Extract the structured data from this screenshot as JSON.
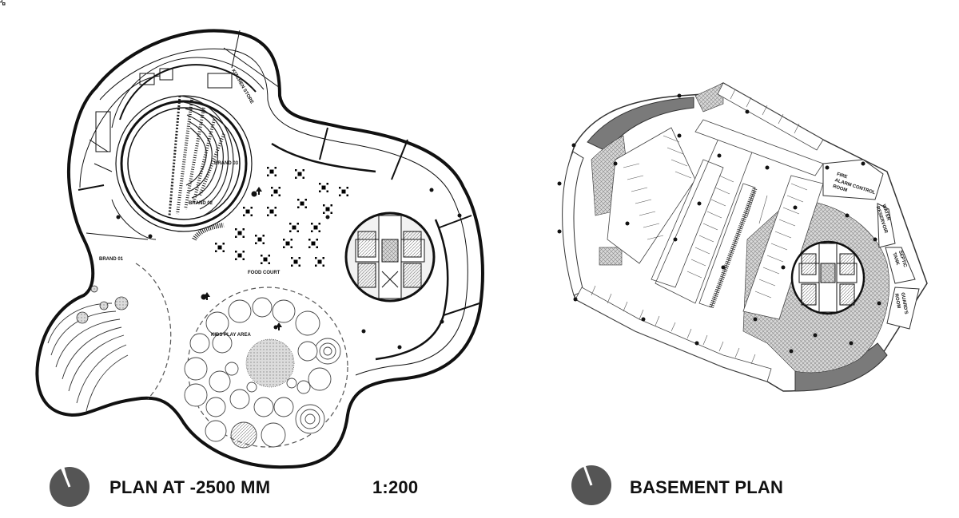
{
  "plan_left": {
    "title": "PLAN AT -2500 MM",
    "scale": "1:200",
    "labels": {
      "kitchen_store": "KITCHEN STORE",
      "brand_01": "BRAND 01",
      "brand_02": "BRAND 02",
      "brand_03": "BRAND 03",
      "food_court": "FOOD COURT",
      "kids_play_area": "KIDS PLAY AREA"
    },
    "north_icon": "north-arrow-icon"
  },
  "plan_right": {
    "title": "BASEMENT PLAN",
    "labels": {
      "fire_alarm_line1": "FIRE",
      "fire_alarm_line2": "ALARM CONTROL",
      "fire_alarm_line3": "ROOM",
      "water_reservoir_line1": "WATER",
      "water_reservoir_line2": "RESERVOIR",
      "septic_tank_line1": "SEPTIC",
      "septic_tank_line2": "TANK",
      "guards_room_line1": "GUARD'S",
      "guards_room_line2": "ROOM"
    },
    "north_icon": "north-arrow-icon"
  },
  "colors": {
    "ink": "#111111",
    "hatch": "#7a7a7a",
    "fill_grey": "#cfcfcf"
  }
}
